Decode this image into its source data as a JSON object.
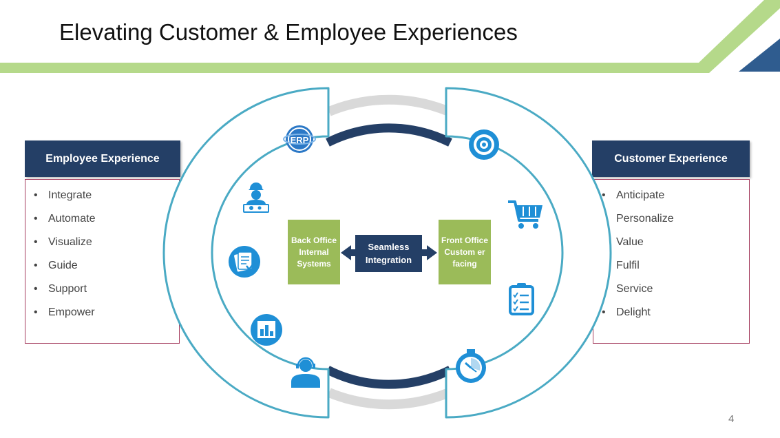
{
  "slide": {
    "title": "Elevating Customer & Employee Experiences",
    "page_number": "4"
  },
  "employee": {
    "heading": "Employee Experience",
    "items": [
      "Integrate",
      "Automate",
      "Visualize",
      "Guide",
      "Support",
      "Empower"
    ]
  },
  "customer": {
    "heading": "Customer Experience",
    "items": [
      "Anticipate",
      "Personalize",
      "Value",
      "Fulfil",
      "Service",
      "Delight"
    ]
  },
  "center": {
    "back_office": "Back Office Internal Systems",
    "front_office": "Front Office Custom er facing",
    "integration": "Seamless Integration"
  },
  "icons": {
    "left": [
      "erp-icon",
      "worker-icon",
      "documents-icon",
      "bar-chart-icon",
      "support-agent-icon"
    ],
    "right": [
      "target-icon",
      "shopping-cart-icon",
      "checklist-icon",
      "stopwatch-icon"
    ],
    "erp_label": "ERP"
  },
  "colors": {
    "navy": "#243f66",
    "green": "#9bbb59",
    "ring_teal": "#4aaac4",
    "icon_blue": "#1f8fd6",
    "accent_green": "#b5d98a",
    "accent_blue": "#2f5c8f",
    "list_border": "#a33a5c"
  }
}
